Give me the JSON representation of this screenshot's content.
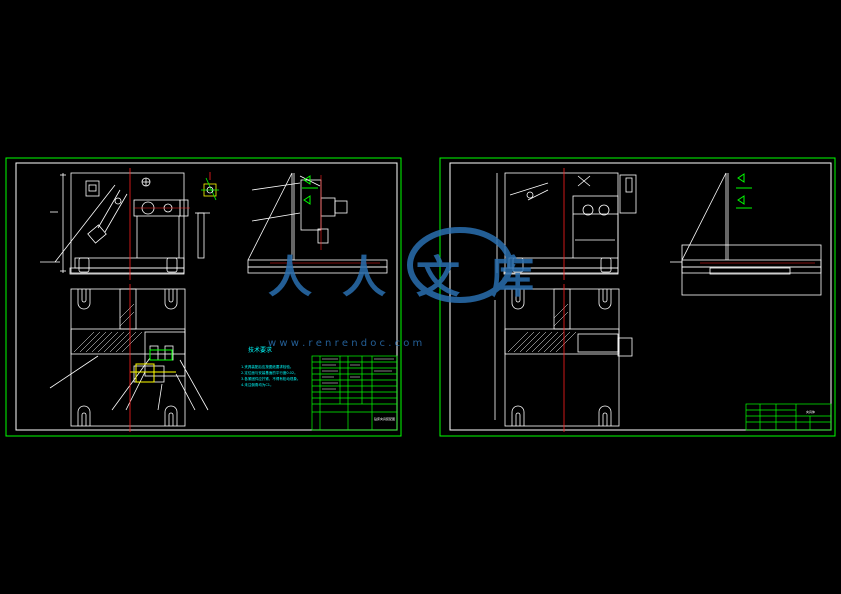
{
  "colors": {
    "background": "#000000",
    "border": "#00ff00",
    "line": "#ffffff",
    "center": "#ff2020",
    "cyan": "#00ffff",
    "yellow": "#ffff00",
    "watermark": "#2a6fb0"
  },
  "watermark": {
    "logo_text": "人人文库",
    "url": "w w w . r e n r e n d o c . c o m"
  },
  "sheet1": {
    "tech_req_title": "技术要求",
    "tech_req_lines": [
      "1.夹具装配后应按图纸要求检验。",
      "2.定位面与安装基面的平行度0.02。",
      "3.各紧固件应拧紧，不得有松动现象。",
      "4.未注倒角均为C1。"
    ],
    "title_block_main": "钻床夹具装配图"
  },
  "sheet2": {
    "title_block_main": "夹具体"
  }
}
